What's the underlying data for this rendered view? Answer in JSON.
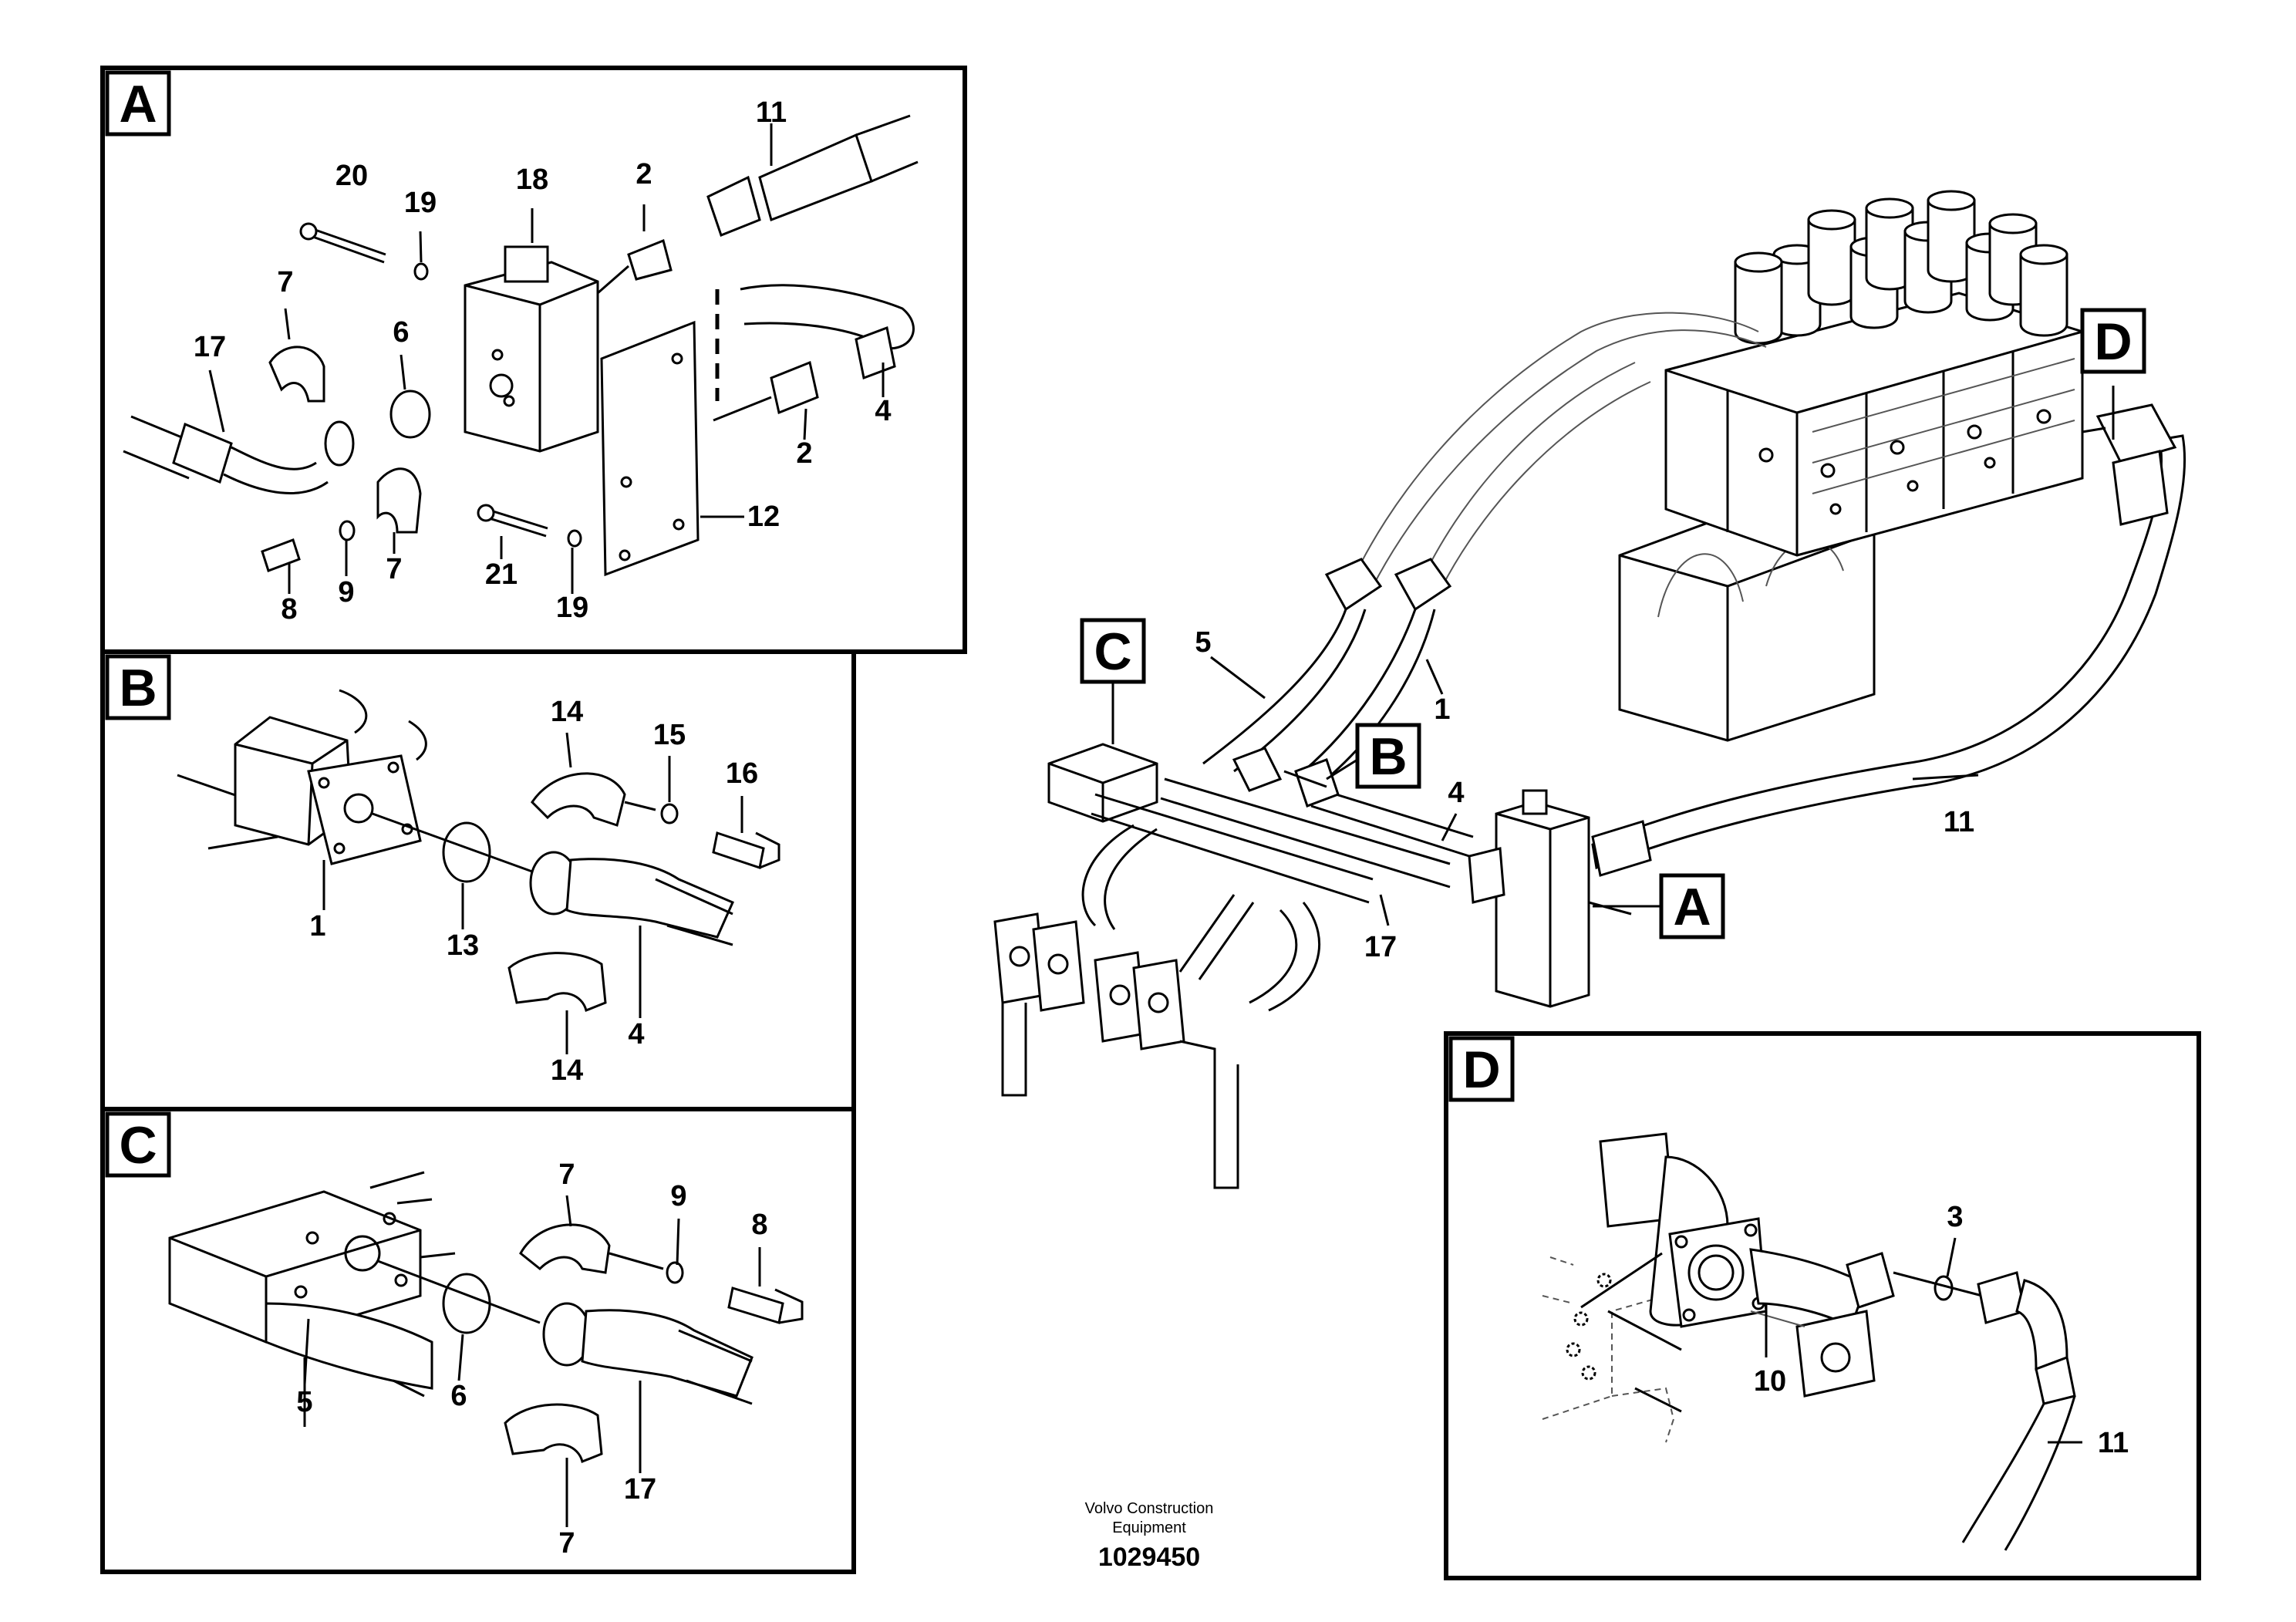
{
  "panels": {
    "A": {
      "tag": "A",
      "labels": {
        "p20": "20",
        "p19a": "19",
        "p18": "18",
        "p2a": "2",
        "p11": "11",
        "p7a": "7",
        "p17": "17",
        "p6": "6",
        "p4": "4",
        "p2b": "2",
        "p12": "12",
        "p8": "8",
        "p9": "9",
        "p7b": "7",
        "p21": "21",
        "p19b": "19"
      }
    },
    "B": {
      "tag": "B",
      "labels": {
        "p14a": "14",
        "p15": "15",
        "p16": "16",
        "p1": "1",
        "p13": "13",
        "p4": "4",
        "p14b": "14"
      }
    },
    "C": {
      "tag": "C",
      "labels": {
        "p7a": "7",
        "p9": "9",
        "p8": "8",
        "p5": "5",
        "p6": "6",
        "p17": "17",
        "p7b": "7"
      }
    },
    "D": {
      "tag": "D",
      "labels": {
        "p3": "3",
        "p10": "10",
        "p11": "11"
      }
    }
  },
  "main": {
    "labels": {
      "p5": "5",
      "p1": "1",
      "p4": "4",
      "p17": "17",
      "p11": "11"
    },
    "callouts": {
      "A": "A",
      "B": "B",
      "C": "C",
      "D": "D"
    }
  },
  "footer": {
    "line1": "Volvo Construction",
    "line2": "Equipment",
    "ref": "1029450"
  }
}
